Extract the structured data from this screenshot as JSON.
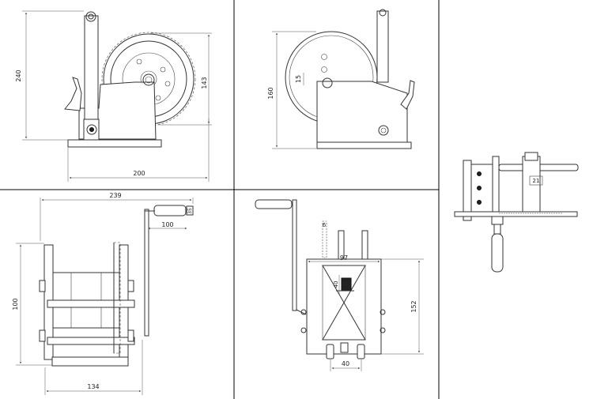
{
  "dimensions": {
    "front_height": "240",
    "front_width": "200",
    "front_gear_height": "143",
    "side_height": "160",
    "side_small": "15",
    "top_width": "239",
    "top_handle": "100",
    "top_handle_small": "35",
    "top_height": "100",
    "top_depth": "134",
    "rear_cable": "6",
    "rear_width": "97",
    "rear_center": "40",
    "rear_height": "152",
    "rear_base": "40",
    "photo_label": "21"
  }
}
